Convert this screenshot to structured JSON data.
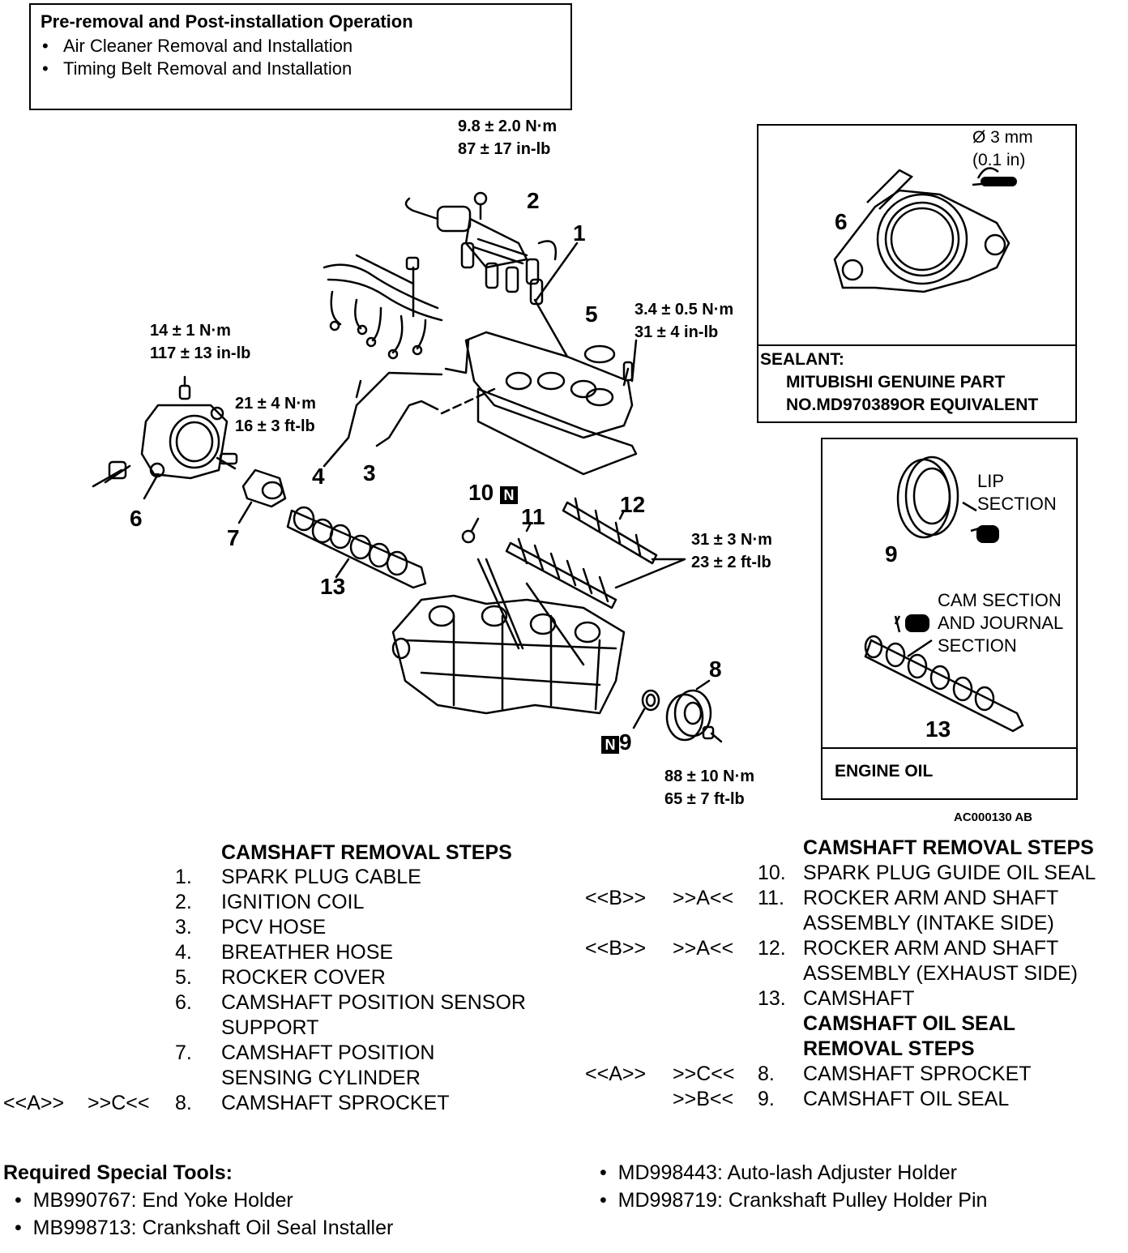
{
  "pre_box": {
    "title": "Pre-removal and Post-installation Operation",
    "items": [
      "Air Cleaner Removal and Installation",
      "Timing Belt Removal and Installation"
    ]
  },
  "callouts": {
    "n1": "1",
    "n2": "2",
    "n3": "3",
    "n4": "4",
    "n5": "5",
    "n6": "6",
    "n7": "7",
    "n8": "8",
    "n9": "9",
    "n10": "10",
    "n11": "11",
    "n12": "12",
    "n13": "13",
    "n_badge": "N"
  },
  "torques": {
    "t_coil": [
      "9.8 ± 2.0 N·m",
      "87 ± 17 in-lb"
    ],
    "t_cover": [
      "3.4 ± 0.5 N·m",
      "31 ± 4 in-lb"
    ],
    "t_support": [
      "14 ± 1 N·m",
      "117 ± 13 in-lb"
    ],
    "t_sensor": [
      "21 ± 4 N·m",
      "16 ± 3 ft-lb"
    ],
    "t_rocker": [
      "31 ± 3 N·m",
      "23 ± 2 ft-lb"
    ],
    "t_sprocket": [
      "88 ± 10 N·m",
      "65 ± 7 ft-lb"
    ]
  },
  "sealant_panel": {
    "dim1": "Ø 3 mm",
    "dim2": "(0.1 in)",
    "part_no": "6",
    "label": "SEALANT:",
    "line1": "MITUBISHI GENUINE PART",
    "line2": "NO.MD970389OR EQUIVALENT"
  },
  "oil_panel": {
    "lip1": "LIP",
    "lip2": "SECTION",
    "part9": "9",
    "cam1": "CAM SECTION",
    "cam2": "AND JOURNAL",
    "cam3": "SECTION",
    "part13": "13",
    "label": "ENGINE OIL"
  },
  "figure_code": "AC000130 AB",
  "left_steps": {
    "header": "CAMSHAFT REMOVAL STEPS",
    "rows": [
      {
        "n": "1.",
        "t": "SPARK PLUG CABLE"
      },
      {
        "n": "2.",
        "t": "IGNITION COIL"
      },
      {
        "n": "3.",
        "t": "PCV HOSE"
      },
      {
        "n": "4.",
        "t": "BREATHER HOSE"
      },
      {
        "n": "5.",
        "t": "ROCKER COVER"
      },
      {
        "n": "6.",
        "t": "CAMSHAFT POSITION SENSOR"
      },
      {
        "n": "",
        "t": "SUPPORT"
      },
      {
        "n": "7.",
        "t": "CAMSHAFT POSITION"
      },
      {
        "n": "",
        "t": "SENSING CYLINDER"
      },
      {
        "n": "8.",
        "t": "CAMSHAFT SPROCKET",
        "r1": "<<A>>",
        "r2": ">>C<<"
      }
    ]
  },
  "right_steps": {
    "header": "CAMSHAFT REMOVAL STEPS",
    "rows": [
      {
        "n": "10.",
        "t": "SPARK PLUG GUIDE OIL SEAL"
      },
      {
        "n": "11.",
        "t": "ROCKER ARM AND SHAFT",
        "r1": "<<B>>",
        "r2": ">>A<<"
      },
      {
        "n": "",
        "t": "ASSEMBLY (INTAKE SIDE)"
      },
      {
        "n": "12.",
        "t": "ROCKER ARM AND SHAFT",
        "r1": "<<B>>",
        "r2": ">>A<<"
      },
      {
        "n": "",
        "t": "ASSEMBLY (EXHAUST SIDE)"
      },
      {
        "n": "13.",
        "t": "CAMSHAFT"
      }
    ],
    "seal_header1": "CAMSHAFT OIL SEAL",
    "seal_header2": "REMOVAL STEPS",
    "seal_rows": [
      {
        "n": "8.",
        "t": "CAMSHAFT SPROCKET",
        "r1": "<<A>>",
        "r2": ">>C<<"
      },
      {
        "n": "9.",
        "t": "CAMSHAFT OIL SEAL",
        "r1": "",
        "r2": ">>B<<"
      }
    ]
  },
  "tools": {
    "header": "Required Special Tools:",
    "items": [
      "MB990767: End Yoke Holder",
      "MB998713: Crankshaft Oil Seal Installer",
      "MD998443: Auto-lash Adjuster Holder",
      "MD998719: Crankshaft Pulley Holder Pin"
    ]
  }
}
